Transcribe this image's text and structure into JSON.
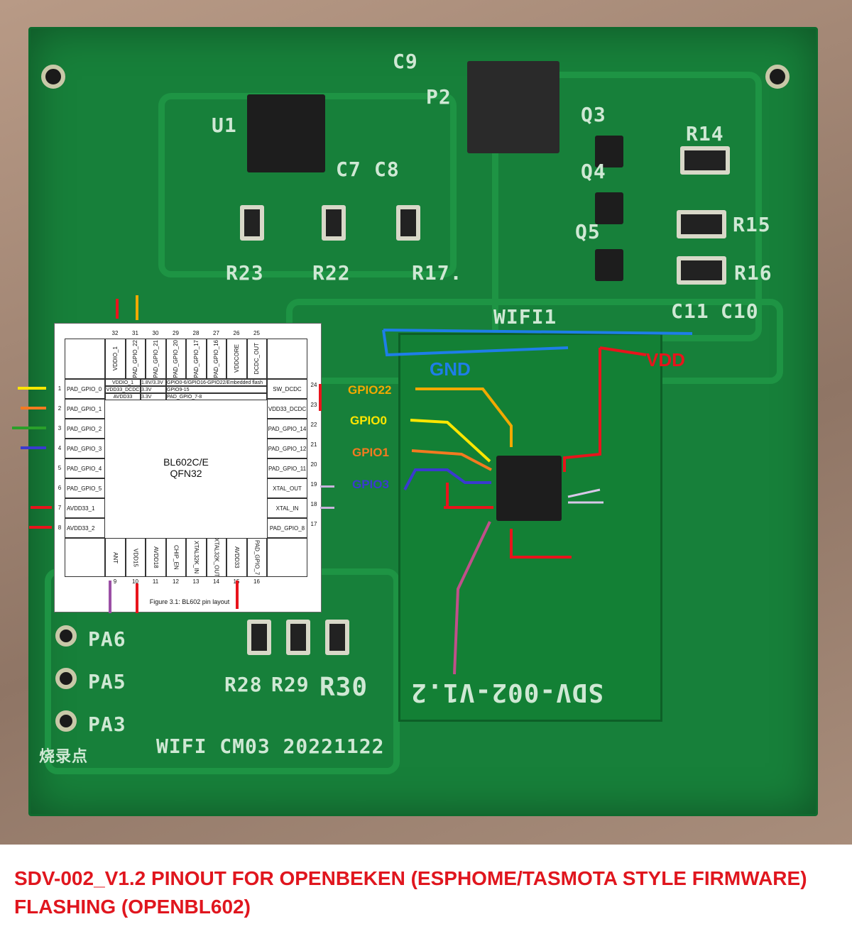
{
  "pcb": {
    "silkscreen": [
      "U1",
      "C9",
      "P2",
      "Q3",
      "R14",
      "C7",
      "C8",
      "Q4",
      "Q5",
      "R15",
      "R16",
      "R23",
      "R22",
      "R17.",
      "C11",
      "C10",
      "WIFI1",
      "R28",
      "R29",
      "R30",
      "PA6",
      "PA5",
      "PA3",
      "烧录点",
      "WIFI CM03 20221122",
      "SDV-002-V1.2"
    ],
    "annotations": {
      "gnd": "GND",
      "vdd": "VDD",
      "gpio22": "GPIO22",
      "gpio0": "GPIO0",
      "gpio1": "GPIO1",
      "gpio3": "GPIO3"
    },
    "colors": {
      "board": "#17803a",
      "gnd": "#1e7ee8",
      "vdd": "#e8141c",
      "gpio22": "#f2a900",
      "gpio0": "#ffe600",
      "gpio1": "#f47a20",
      "gpio3": "#3a3acf",
      "uart_pink": "#c0508a"
    }
  },
  "pinout": {
    "chip": "BL602C/E",
    "package": "QFN32",
    "top": [
      {
        "n": "32",
        "l": "VDDIO_1"
      },
      {
        "n": "31",
        "l": "PAD_GPIO_22"
      },
      {
        "n": "30",
        "l": "PAD_GPIO_21"
      },
      {
        "n": "29",
        "l": "PAD_GPIO_20"
      },
      {
        "n": "28",
        "l": "PAD_GPIO_17"
      },
      {
        "n": "27",
        "l": "PAD_GPIO_16"
      },
      {
        "n": "26",
        "l": "VDDCORE"
      },
      {
        "n": "25",
        "l": "DCDC_OUT"
      }
    ],
    "left": [
      {
        "n": "1",
        "l": "PAD_GPIO_0"
      },
      {
        "n": "2",
        "l": "PAD_GPIO_1"
      },
      {
        "n": "3",
        "l": "PAD_GPIO_2"
      },
      {
        "n": "4",
        "l": "PAD_GPIO_3"
      },
      {
        "n": "5",
        "l": "PAD_GPIO_4"
      },
      {
        "n": "6",
        "l": "PAD_GPIO_5"
      },
      {
        "n": "7",
        "l": "AVDD33_1"
      },
      {
        "n": "8",
        "l": "AVDD33_2"
      }
    ],
    "right": [
      {
        "n": "24",
        "l": "SW_DCDC"
      },
      {
        "n": "23",
        "l": "VDD33_DCDC"
      },
      {
        "n": "22",
        "l": "PAD_GPIO_14"
      },
      {
        "n": "21",
        "l": "PAD_GPIO_12"
      },
      {
        "n": "20",
        "l": "PAD_GPIO_11"
      },
      {
        "n": "19",
        "l": "XTAL_OUT"
      },
      {
        "n": "18",
        "l": "XTAL_IN"
      },
      {
        "n": "17",
        "l": "PAD_GPIO_8"
      }
    ],
    "bottom": [
      {
        "n": "9",
        "l": "ANT"
      },
      {
        "n": "10",
        "l": "VDD15"
      },
      {
        "n": "11",
        "l": "AVDD18"
      },
      {
        "n": "12",
        "l": "CHIP_EN"
      },
      {
        "n": "13",
        "l": "XTAL32K_IN"
      },
      {
        "n": "14",
        "l": "XTAL32K_OUT"
      },
      {
        "n": "15",
        "l": "AVDD33"
      },
      {
        "n": "16",
        "l": "PAD_GPIO_7"
      }
    ],
    "power_table": [
      [
        "VDDIO_1",
        "1.8V/3.3V",
        "GPIO0-6/GPIO16-GPIO22/Embedded flash"
      ],
      [
        "VDD33_DCDC",
        "3.3V",
        "GPIO9-15"
      ],
      [
        "AVDD33",
        "3.3V",
        "PAD_GPIO_7-8"
      ]
    ],
    "figure_caption": "Figure 3.1: BL602 pin layout"
  },
  "caption": {
    "line1": "SDV-002_V1.2 PINOUT FOR OPENBEKEN (ESPHOME/TASMOTA STYLE FIRMWARE)",
    "line2": "FLASHING (OPENBL602)"
  }
}
